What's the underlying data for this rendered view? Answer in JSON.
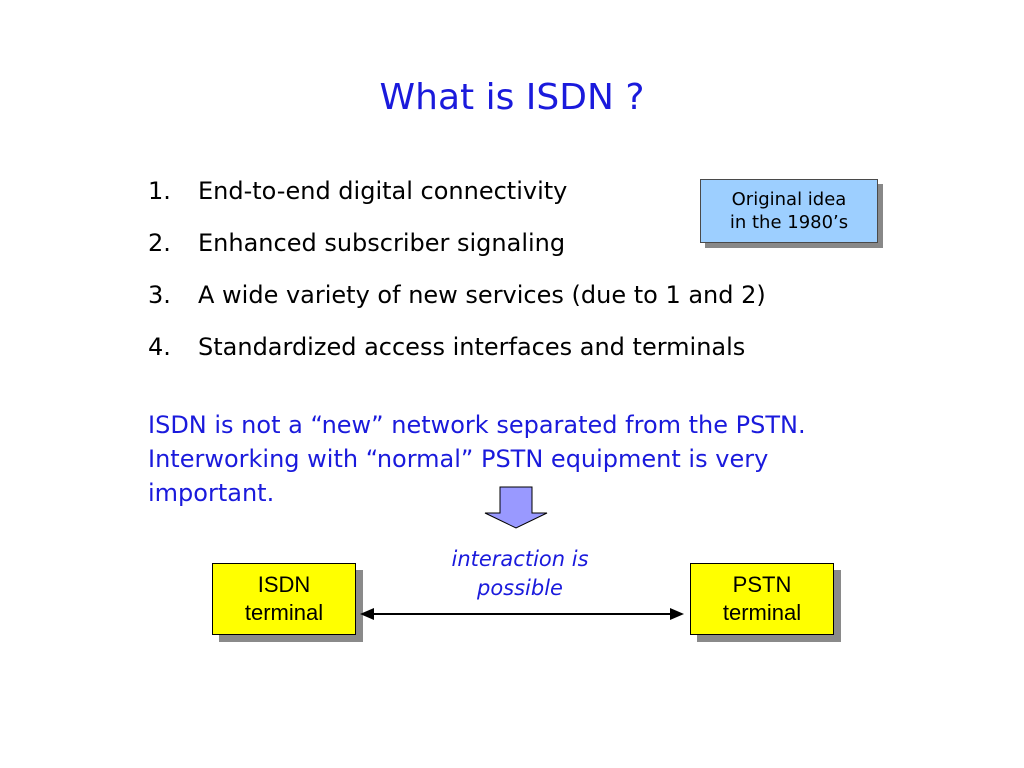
{
  "slide": {
    "title": "What is ISDN ?",
    "items": [
      {
        "num": "1.",
        "text": "End-to-end digital connectivity"
      },
      {
        "num": "2.",
        "text": "Enhanced subscriber signaling"
      },
      {
        "num": "3.",
        "text": "A wide variety of new services (due to 1 and 2)"
      },
      {
        "num": "4.",
        "text": "Standardized access interfaces and terminals"
      }
    ],
    "callout": {
      "line1": "Original idea",
      "line2": "in the 1980’s"
    },
    "note": {
      "line1": "ISDN is not a “new” network separated from the PSTN.",
      "line2": "Interworking with “normal” PSTN equipment is very",
      "line3": "important."
    },
    "interaction": {
      "line1": "interaction is",
      "line2": "possible"
    },
    "isdn_terminal": {
      "line1": "ISDN",
      "line2": "terminal"
    },
    "pstn_terminal": {
      "line1": "PSTN",
      "line2": "terminal"
    }
  },
  "colors": {
    "title": "#1a1adc",
    "callout_fill": "#9dcfff",
    "terminal_fill": "#ffff00",
    "arrow_fill": "#9999ff"
  }
}
